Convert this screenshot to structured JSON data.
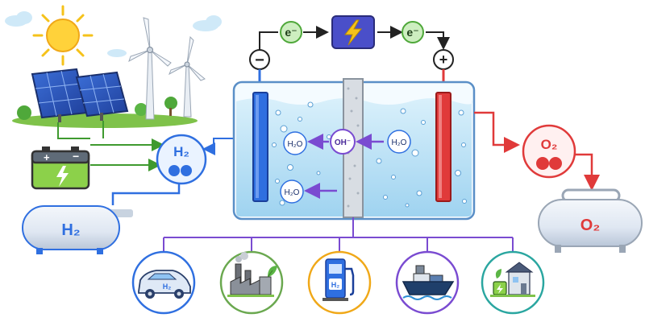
{
  "colors": {
    "hydrogen_blue": "#2f6fe0",
    "oxygen_red": "#e03a3a",
    "electrolyte": "#bfe3f7",
    "tank": "#dfe7f2",
    "pipe_purple": "#7a4bd1",
    "battery_green": "#8cd14a",
    "bolt_yellow": "#f5c21a",
    "power_box": "#4a4fc9"
  },
  "electron_flow": {
    "left_label": "e⁻",
    "right_label": "e⁻",
    "power_icon": "lightning-bolt-icon",
    "cathode_sign": "−",
    "anode_sign": "+"
  },
  "electrolyzer": {
    "water_left_top": "H₂O",
    "water_left_bottom": "H₂O",
    "water_right": "H₂O",
    "hydroxide": "OH⁻"
  },
  "hydrogen": {
    "bubble_label": "H₂",
    "tank_label": "H₂"
  },
  "oxygen": {
    "bubble_label": "O₂",
    "tank_label": "O₂"
  },
  "applications": [
    {
      "icon": "fuel-cell-car-icon",
      "text": "H₂",
      "ring": "#2f6fe0"
    },
    {
      "icon": "factory-icon",
      "ring": "#6aa84f"
    },
    {
      "icon": "fuel-pump-icon",
      "text": "H₂",
      "ring": "#f0a818"
    },
    {
      "icon": "cargo-ship-icon",
      "ring": "#7a4bd1"
    },
    {
      "icon": "house-battery-icon",
      "ring": "#2aa6a0"
    }
  ]
}
